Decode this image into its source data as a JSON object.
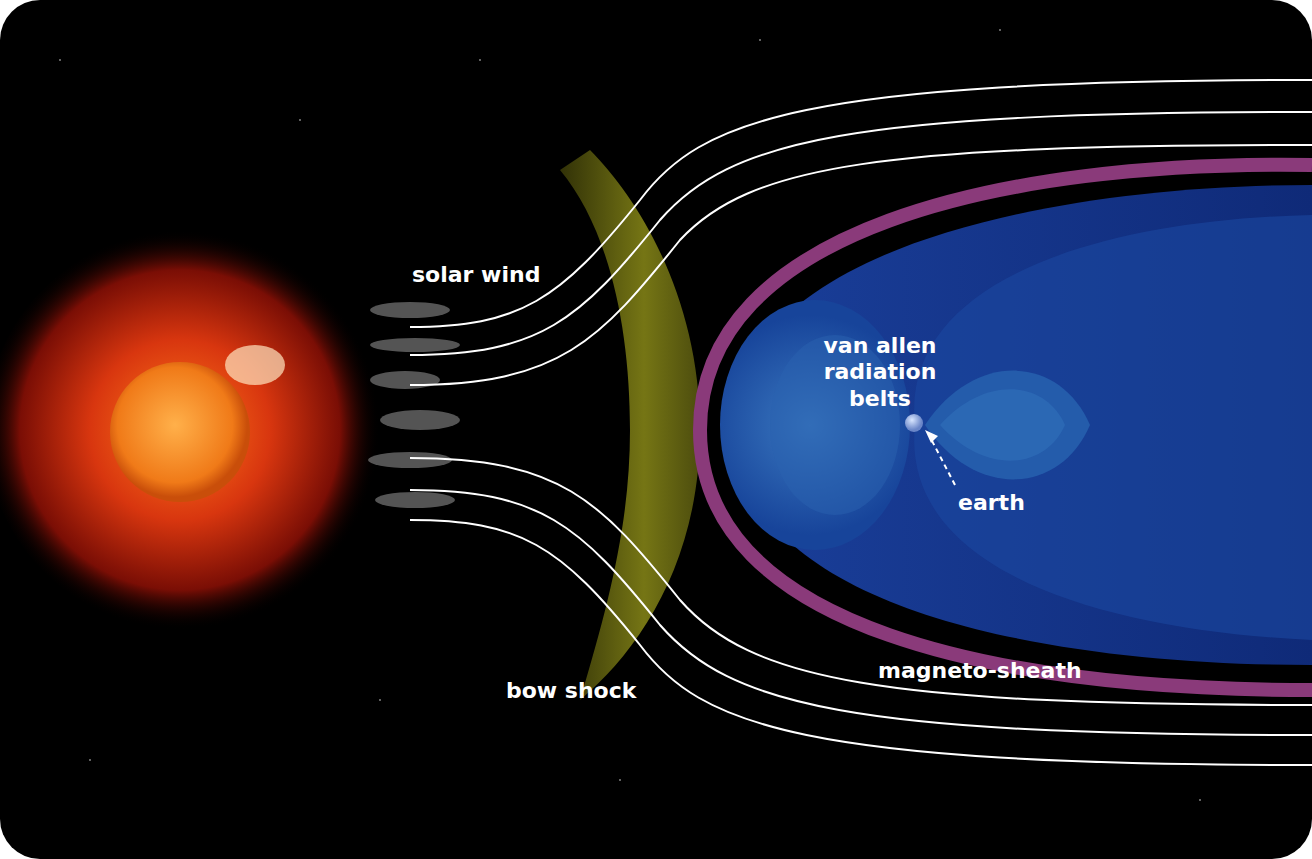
{
  "diagram": {
    "labels": [
      "solar wind",
      "van allen radiation belts",
      "earth",
      "bow shock",
      "magneto-sheath"
    ]
  }
}
